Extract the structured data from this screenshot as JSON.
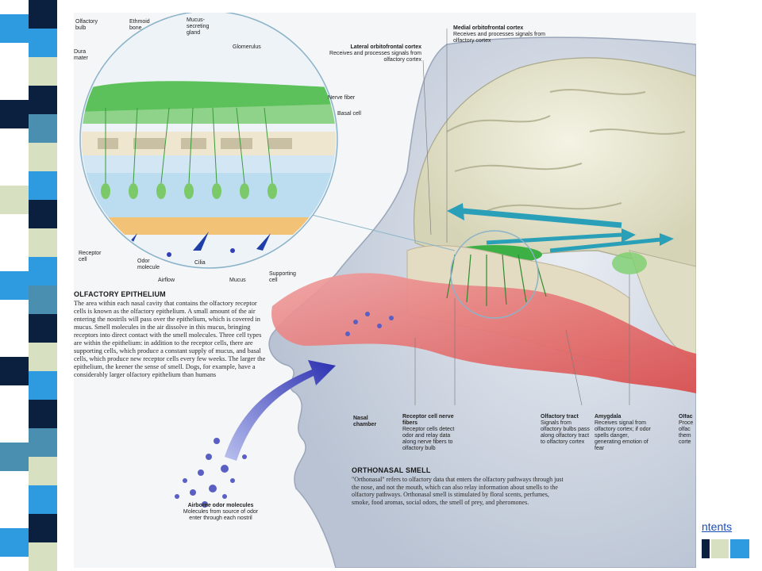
{
  "slide": {
    "accent_colors": {
      "strip_dark": "#0b1f3f",
      "strip_blue": "#2e9be0",
      "strip_light": "#d7e0c0",
      "strip_teal": "#4a8fb0"
    }
  },
  "inset_labels": {
    "olfactory_bulb": "Olfactory bulb",
    "dura_mater": "Dura mater",
    "ethmoid_bone": "Ethmoid bone",
    "mucus_gland": "Mucus-secreting gland",
    "glomerulus": "Glomerulus",
    "nerve_fiber": "Nerve fiber",
    "basal_cell": "Basal cell",
    "receptor_cell": "Receptor cell",
    "odor_molecule": "Odor molecule",
    "cilia": "Cilia",
    "airflow": "Airflow",
    "mucus": "Mucus",
    "supporting_cell": "Supporting cell"
  },
  "olfactory_epithelium": {
    "heading": "OLFACTORY EPITHELIUM",
    "text": "The area within each nasal cavity that contains the olfactory receptor cells is known as the olfactory epithelium. A small amount of the air entering the nostrils will pass over the epithelium, which is covered in mucus. Smell molecules in the air dissolve in this mucus, bringing receptors into direct contact with the smell molecules. Three cell types are within the epithelium: in addition to the receptor cells, there are supporting cells, which produce a constant supply of mucus, and basal cells, which produce new receptor cells every few weeks. The larger the epithelium, the keener the sense of smell. Dogs, for example, have a considerably larger olfactory epithelium than humans"
  },
  "brain_labels": {
    "medial_title": "Medial orbitofrontal cortex",
    "medial_desc": "Receives and processes signals from olfactory cortex",
    "lateral_title": "Lateral orbitofrontal cortex",
    "lateral_desc": "Receives and processes signals from olfactory cortex"
  },
  "bottom_labels": {
    "nasal_chamber": "Nasal chamber",
    "receptor_fibers_title": "Receptor cell nerve fibers",
    "receptor_fibers_desc": "Receptor cells detect odor and relay data along nerve fibers to olfactory bulb",
    "olfactory_tract_title": "Olfactory tract",
    "olfactory_tract_desc": "Signals from olfactory bulbs pass along olfactory tract to olfactory cortex",
    "amygdala_title": "Amygdala",
    "amygdala_desc": "Receives signal from olfactory cortex; if odor spells danger, generating emotion of fear",
    "olfac_cut_title": "Olfac",
    "olfac_cut_desc": "Proce olfac them corte"
  },
  "orthonasal": {
    "heading": "ORTHONASAL SMELL",
    "text": "\"Orthonasal\" refers to olfactory data that enters the olfactory pathways through just the nose, and not the mouth, which can also relay information about smells to the olfactory pathways. Orthonasal smell is stimulated by floral scents, perfumes, smoke, food aromas, social odors, the smell of prey, and pheromones."
  },
  "airborne": {
    "title": "Airborne odor molecules",
    "desc": "Molecules from source of odor enter through each nostril"
  },
  "footer": {
    "link_text": "ntents"
  }
}
